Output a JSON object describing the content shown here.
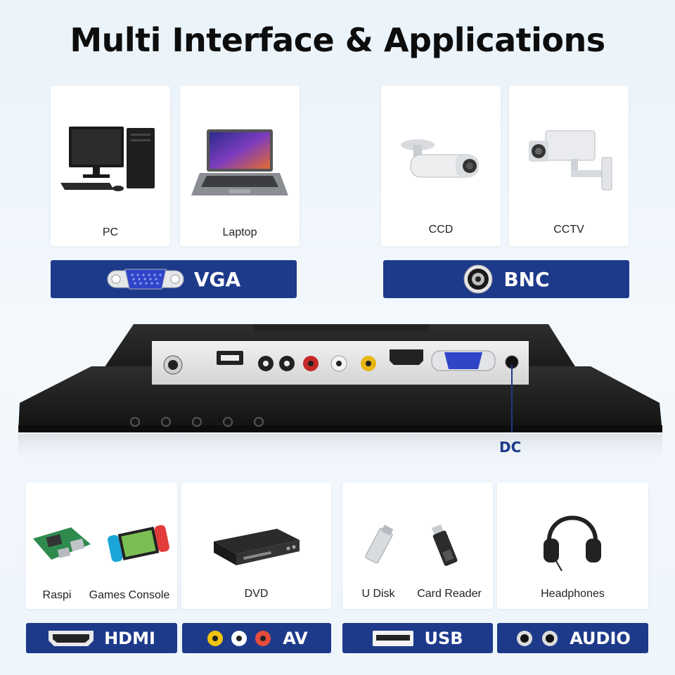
{
  "title": "Multi Interface & Applications",
  "top_cards": [
    {
      "label": "PC",
      "icon": "desktop-pc-icon"
    },
    {
      "label": "Laptop",
      "icon": "laptop-icon"
    },
    {
      "label": "CCD",
      "icon": "ccd-camera-icon"
    },
    {
      "label": "CCTV",
      "icon": "cctv-camera-icon"
    }
  ],
  "top_bars": [
    {
      "label": "VGA",
      "icon": "vga-port-icon"
    },
    {
      "label": "BNC",
      "icon": "bnc-port-icon"
    }
  ],
  "dc_label": "DC",
  "bottom_cards": {
    "hdmi_labels": [
      "Raspi",
      "Games Console"
    ],
    "av_label": "DVD",
    "usb_labels": [
      "U Disk",
      "Card Reader"
    ],
    "audio_label": "Headphones"
  },
  "bottom_bars": [
    {
      "label": "HDMI",
      "icon": "hdmi-port-icon"
    },
    {
      "label": "AV",
      "icon": "rca-jacks-icon"
    },
    {
      "label": "USB",
      "icon": "usb-port-icon"
    },
    {
      "label": "AUDIO",
      "icon": "audio-jacks-icon"
    }
  ],
  "colors": {
    "accent": "#1d3a8a",
    "title": "#0d0d0d",
    "background": "#eef5fb"
  }
}
